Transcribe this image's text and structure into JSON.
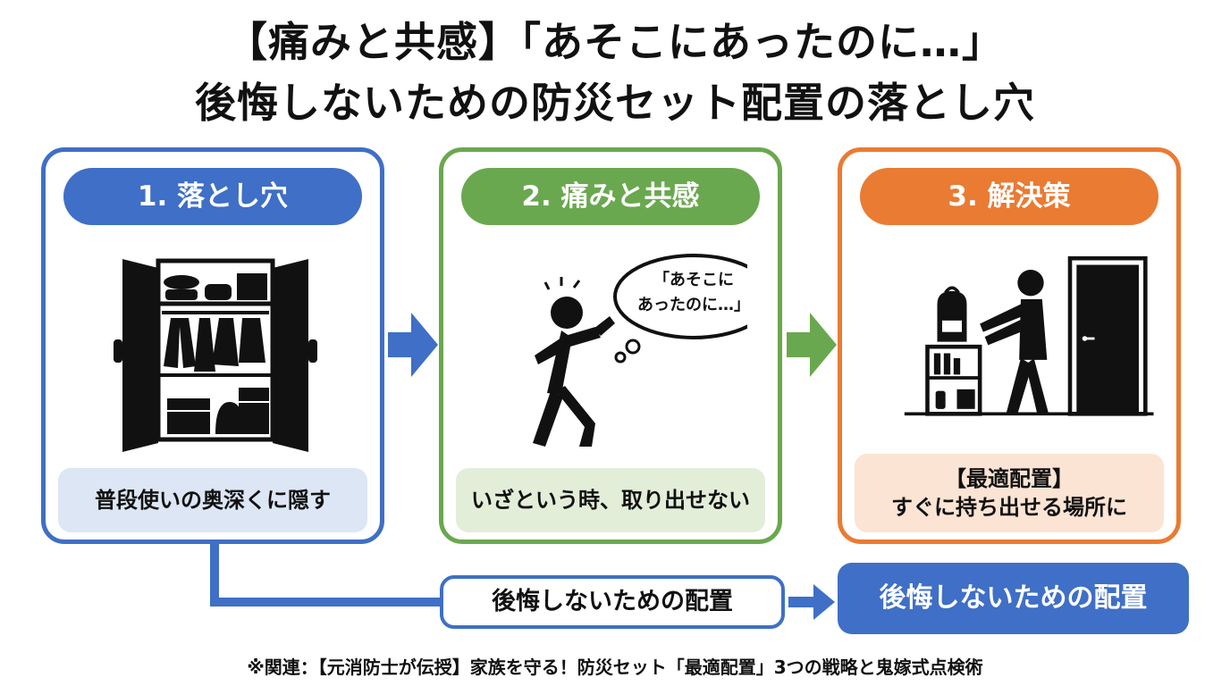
{
  "title": {
    "line1": "【痛みと共感】「あそこにあったのに…」",
    "line2": "後悔しないための防災セット配置の落とし穴"
  },
  "panels": [
    {
      "heading": "1. 落とし穴",
      "caption": [
        "普段使いの奥深くに隠す"
      ],
      "color": "#3f6fc6"
    },
    {
      "heading": "2. 痛みと共感",
      "caption": [
        "いざという時、取り出せない"
      ],
      "bubble": [
        "「あそこに",
        "あったのに…」"
      ],
      "color": "#6aa84f"
    },
    {
      "heading": "3. 解決策",
      "caption": [
        "【最適配置】",
        "すぐに持ち出せる場所に"
      ],
      "color": "#ea7b33"
    }
  ],
  "bottom": {
    "outlined_label": "後悔しないための配置",
    "solid_label": "後悔しないための配置"
  },
  "footnote": "※関連：【元消防士が伝授】家族を守る！防災セット「最適配置」3つの戦略と鬼嫁式点検術"
}
